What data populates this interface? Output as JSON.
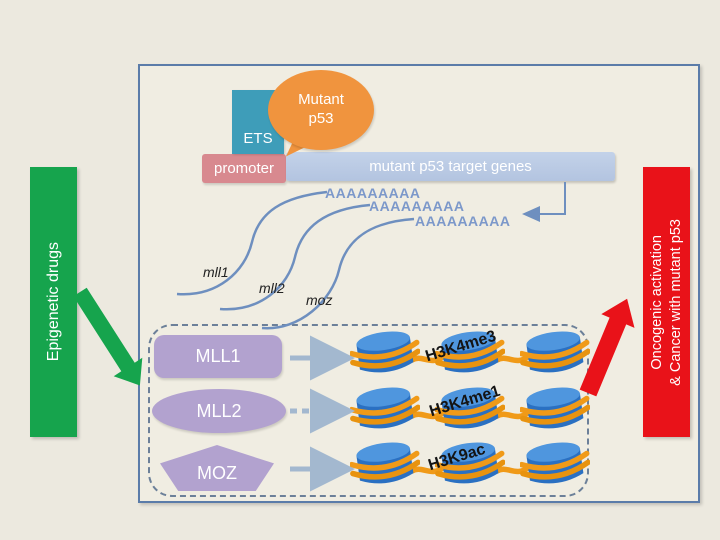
{
  "colors": {
    "background": "#ECE9DF",
    "box_border": "#5B7CA9",
    "green": "#16A44D",
    "red": "#E91219",
    "teal": "#3E9DB9",
    "orange": "#F0943E",
    "pink": "#D8898F",
    "light_blue": "#B9CAE4",
    "purple": "#B2A2CF",
    "curve_blue": "#6E8FBF",
    "polya_blue": "#7C98CA",
    "enzyme_arrow_blue": "#A3B8CF",
    "nucleosome_blue": "#2A70C2",
    "dna_orange": "#F09A18"
  },
  "left_banner": {
    "label": "Epigenetic drugs"
  },
  "right_banner": {
    "line1": "Oncogenic activation",
    "line2": "& Cancer with mutant p53"
  },
  "diagram": {
    "mutant_p53": {
      "line1": "Mutant",
      "line2": "p53"
    },
    "ets": "ETS",
    "promoter": "promoter",
    "target_genes": "mutant p53 target genes",
    "polya": [
      "AAAAAAAAA",
      "AAAAAAAAA",
      "AAAAAAAAA"
    ],
    "transcripts": [
      {
        "label": "mll1"
      },
      {
        "label": "mll2"
      },
      {
        "label": "moz"
      }
    ],
    "enzymes": [
      {
        "label": "MLL1",
        "shape": "rounded-rect",
        "arrow": "solid",
        "mark": "H3K4me3"
      },
      {
        "label": "MLL2",
        "shape": "ellipse",
        "arrow": "dashed",
        "mark": "H3K4me1"
      },
      {
        "label": "MOZ",
        "shape": "pentagon",
        "arrow": "solid",
        "mark": "H3K9ac"
      }
    ]
  }
}
